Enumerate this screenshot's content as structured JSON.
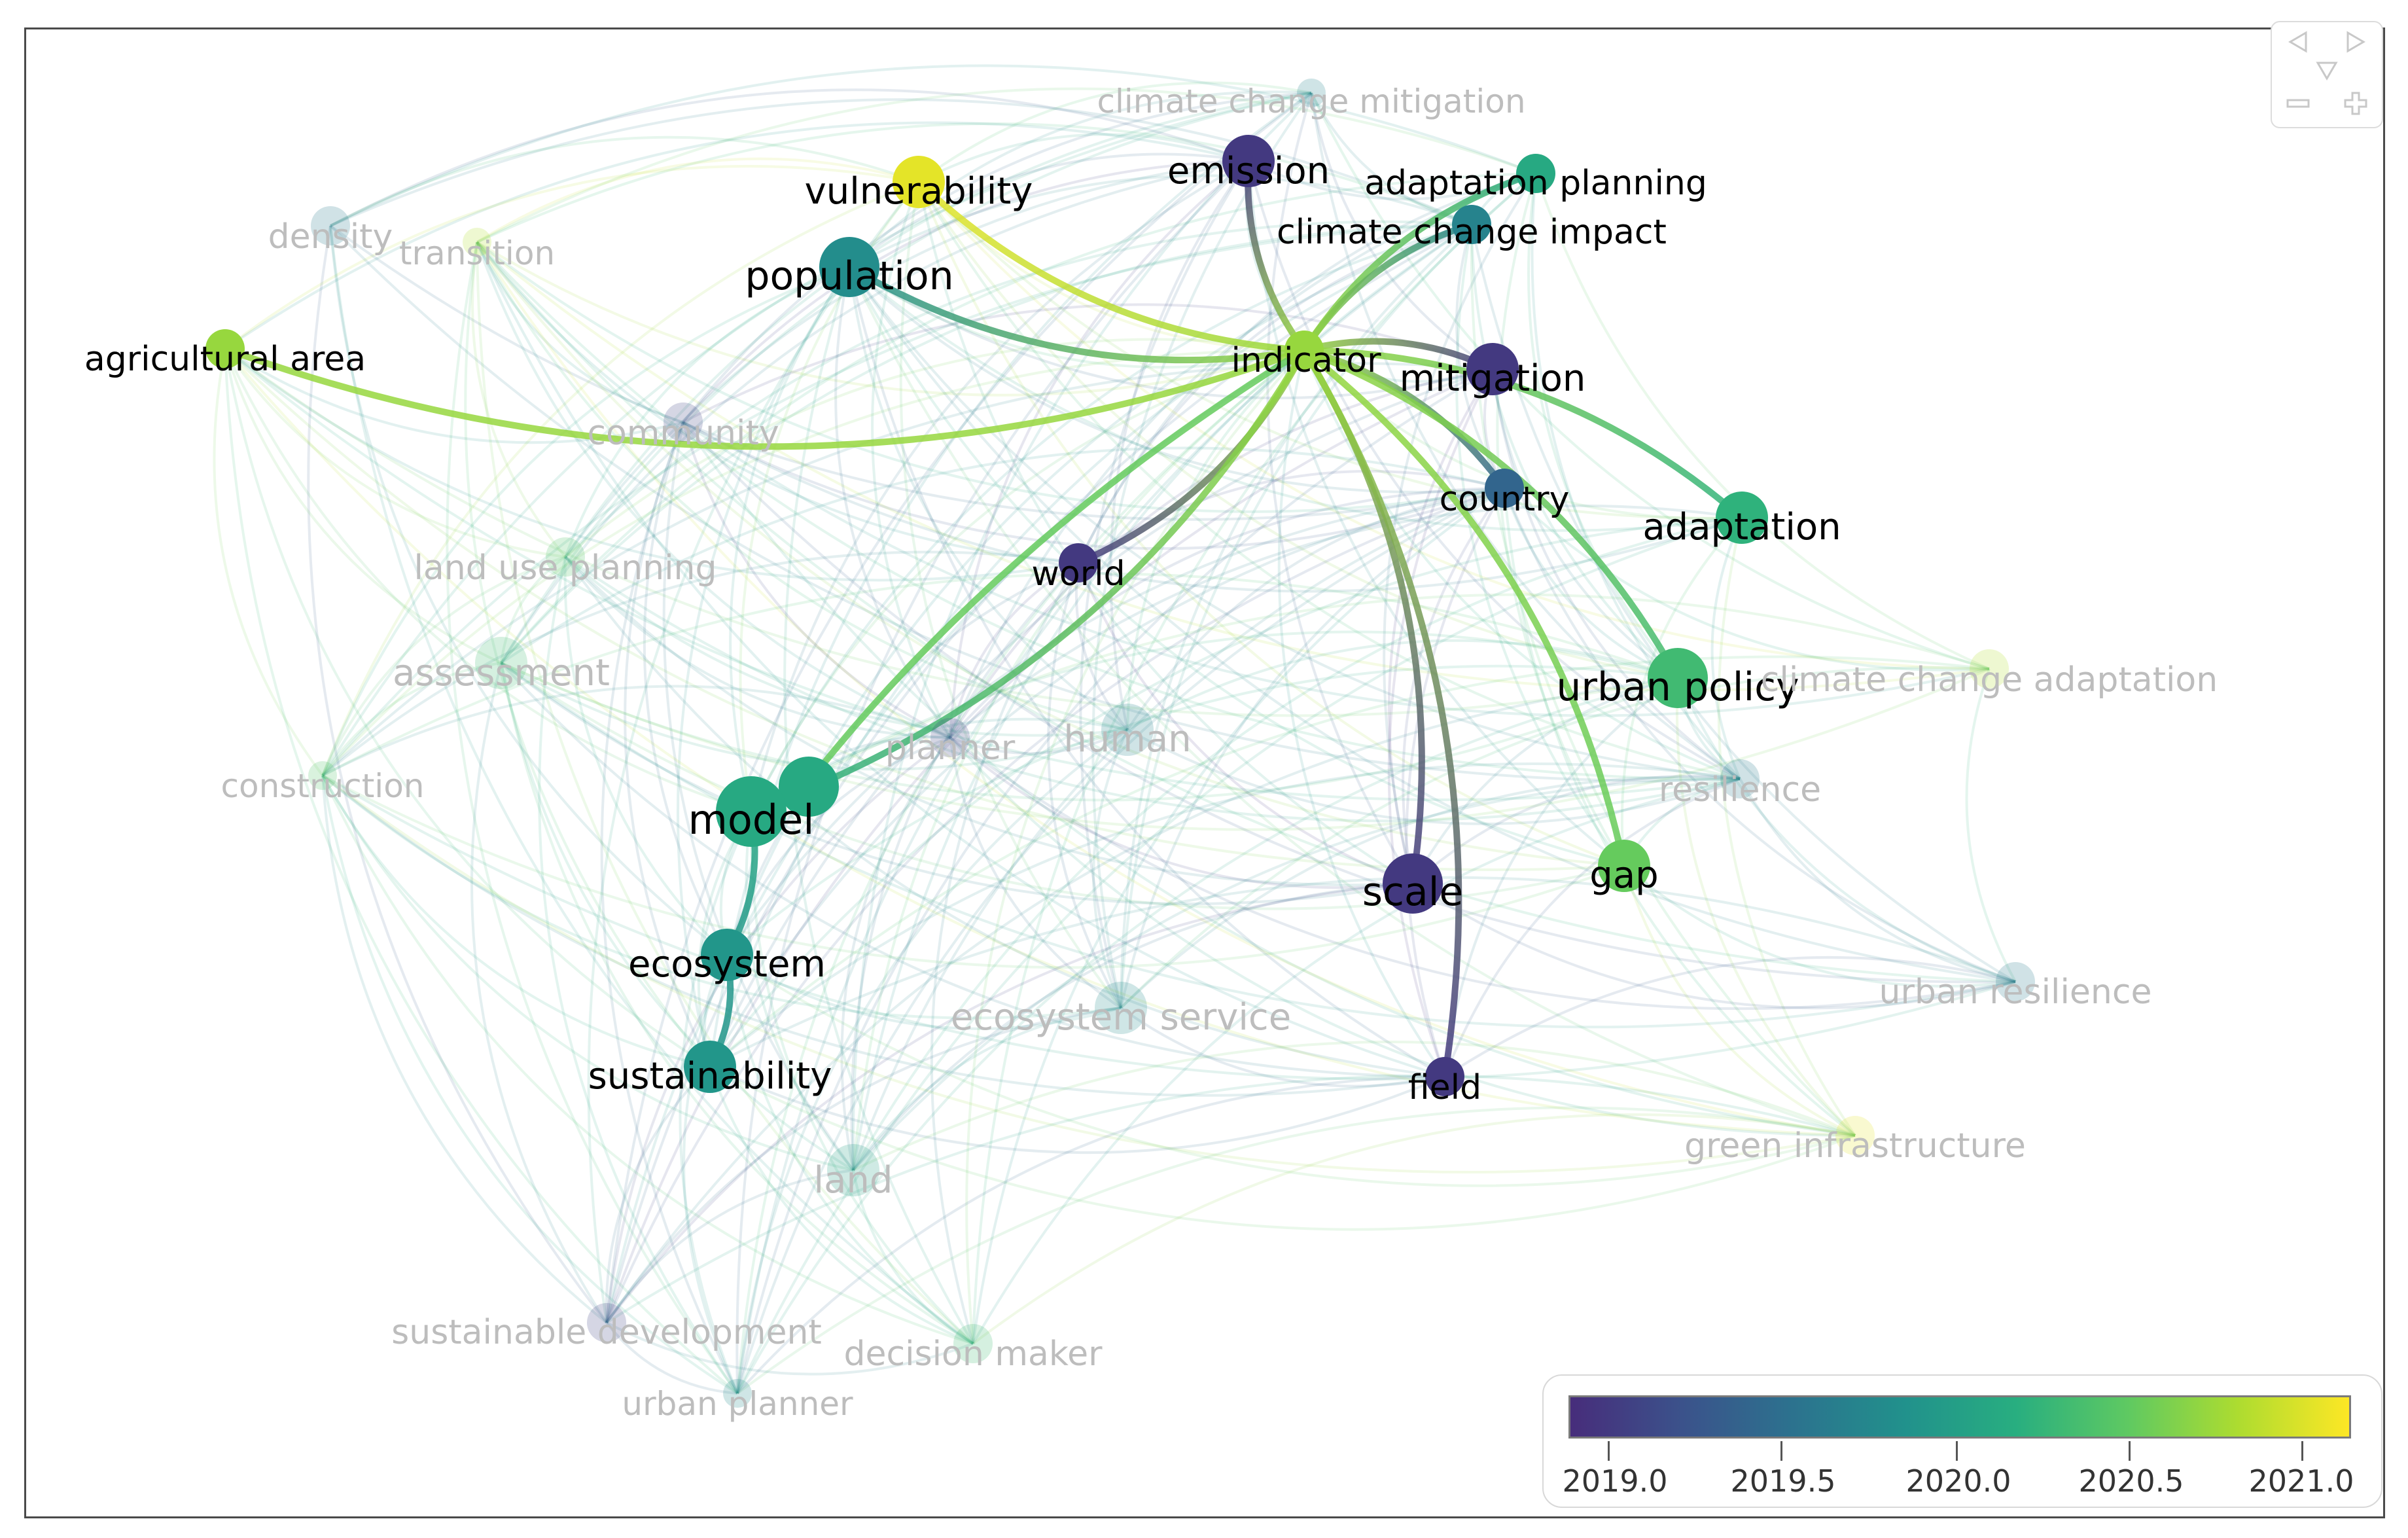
{
  "nodes": [
    {
      "id": "climate_change_mitigation",
      "label": "climate change mitigation",
      "year": 2019.7,
      "size": 1,
      "highlight": false
    },
    {
      "id": "emission",
      "label": "emission",
      "year": 2019.0,
      "size": 3,
      "highlight": true
    },
    {
      "id": "adaptation_planning",
      "label": "adaptation planning",
      "year": 2020.1,
      "size": 2,
      "highlight": true
    },
    {
      "id": "climate_change_impact",
      "label": "climate change impact",
      "year": 2019.7,
      "size": 2,
      "highlight": true
    },
    {
      "id": "vulnerability",
      "label": "vulnerability",
      "year": 2021.0,
      "size": 3,
      "highlight": true
    },
    {
      "id": "density",
      "label": "density",
      "year": 2019.6,
      "size": 2,
      "highlight": false
    },
    {
      "id": "transition",
      "label": "transition",
      "year": 2020.8,
      "size": 1,
      "highlight": false
    },
    {
      "id": "population",
      "label": "population",
      "year": 2019.8,
      "size": 4,
      "highlight": true
    },
    {
      "id": "agricultural_area",
      "label": "agricultural area",
      "year": 2020.7,
      "size": 2,
      "highlight": true
    },
    {
      "id": "indicator",
      "label": "indicator",
      "year": 2020.7,
      "size": 2,
      "highlight": true
    },
    {
      "id": "mitigation",
      "label": "mitigation",
      "year": 2019.0,
      "size": 3,
      "highlight": true
    },
    {
      "id": "community",
      "label": "community",
      "year": 2019.1,
      "size": 2,
      "highlight": false
    },
    {
      "id": "country",
      "label": "country",
      "year": 2019.4,
      "size": 2,
      "highlight": true
    },
    {
      "id": "adaptation",
      "label": "adaptation",
      "year": 2020.2,
      "size": 3,
      "highlight": true
    },
    {
      "id": "land_use_planning",
      "label": "land use planning",
      "year": 2020.4,
      "size": 2,
      "highlight": false
    },
    {
      "id": "world",
      "label": "world",
      "year": 2019.0,
      "size": 2,
      "highlight": true
    },
    {
      "id": "assessment",
      "label": "assessment",
      "year": 2020.3,
      "size": 3,
      "highlight": false
    },
    {
      "id": "urban_policy",
      "label": "urban policy",
      "year": 2020.3,
      "size": 4,
      "highlight": true
    },
    {
      "id": "climate_change_adaptation",
      "label": "climate change adaptation",
      "year": 2020.8,
      "size": 2,
      "highlight": false
    },
    {
      "id": "planner",
      "label": "planner",
      "year": 2019.1,
      "size": 2,
      "highlight": false
    },
    {
      "id": "human",
      "label": "human",
      "year": 2019.7,
      "size": 3,
      "highlight": false
    },
    {
      "id": "construction",
      "label": "construction",
      "year": 2020.4,
      "size": 1,
      "highlight": false
    },
    {
      "id": "resilience",
      "label": "resilience",
      "year": 2019.6,
      "size": 2,
      "highlight": false
    },
    {
      "id": "model",
      "label": "model",
      "year": 2020.1,
      "size": 5,
      "highlight": true
    },
    {
      "id": "gap",
      "label": "gap",
      "year": 2020.5,
      "size": 3,
      "highlight": true
    },
    {
      "id": "scale",
      "label": "scale",
      "year": 2019.0,
      "size": 4,
      "highlight": true
    },
    {
      "id": "ecosystem",
      "label": "ecosystem",
      "year": 2019.9,
      "size": 3,
      "highlight": true
    },
    {
      "id": "urban_resilience",
      "label": "urban resilience",
      "year": 2019.6,
      "size": 2,
      "highlight": false
    },
    {
      "id": "ecosystem_service",
      "label": "ecosystem service",
      "year": 2019.8,
      "size": 3,
      "highlight": false
    },
    {
      "id": "sustainability",
      "label": "sustainability",
      "year": 2019.9,
      "size": 3,
      "highlight": true
    },
    {
      "id": "field",
      "label": "field",
      "year": 2019.0,
      "size": 2,
      "highlight": true
    },
    {
      "id": "green_infrastructure",
      "label": "green infrastructure",
      "year": 2021.0,
      "size": 2,
      "highlight": false
    },
    {
      "id": "land",
      "label": "land",
      "year": 2020.0,
      "size": 3,
      "highlight": false
    },
    {
      "id": "sustainable_development",
      "label": "sustainable development",
      "year": 2019.1,
      "size": 2,
      "highlight": false
    },
    {
      "id": "decision_maker",
      "label": "decision maker",
      "year": 2020.3,
      "size": 2,
      "highlight": false
    },
    {
      "id": "urban_planner",
      "label": "urban planner",
      "year": 2019.8,
      "size": 1,
      "highlight": false
    }
  ],
  "highlight_links": [
    [
      "indicator",
      "vulnerability"
    ],
    [
      "indicator",
      "population"
    ],
    [
      "indicator",
      "agricultural_area"
    ],
    [
      "indicator",
      "emission"
    ],
    [
      "indicator",
      "adaptation_planning"
    ],
    [
      "indicator",
      "climate_change_impact"
    ],
    [
      "indicator",
      "mitigation"
    ],
    [
      "indicator",
      "country"
    ],
    [
      "indicator",
      "adaptation"
    ],
    [
      "indicator",
      "urban_policy"
    ],
    [
      "indicator",
      "gap"
    ],
    [
      "indicator",
      "scale"
    ],
    [
      "indicator",
      "field"
    ],
    [
      "indicator",
      "world"
    ],
    [
      "indicator",
      "model"
    ],
    [
      "model",
      "ecosystem"
    ],
    [
      "ecosystem",
      "sustainability"
    ]
  ],
  "legend": {
    "title": "",
    "ticks": [
      "2019.0",
      "2019.5",
      "2020.0",
      "2020.5",
      "2021.0"
    ],
    "min": 2018.9,
    "max": 2021.1,
    "colors": [
      "#472d7b",
      "#3b528b",
      "#2c728e",
      "#21918c",
      "#28ae80",
      "#5ec962",
      "#addc30",
      "#fde725"
    ]
  },
  "controls": {
    "pan_left": "pan-left",
    "pan_right": "pan-right",
    "pan_down": "pan-down",
    "zoom_out": "zoom-out",
    "zoom_in": "zoom-in"
  }
}
